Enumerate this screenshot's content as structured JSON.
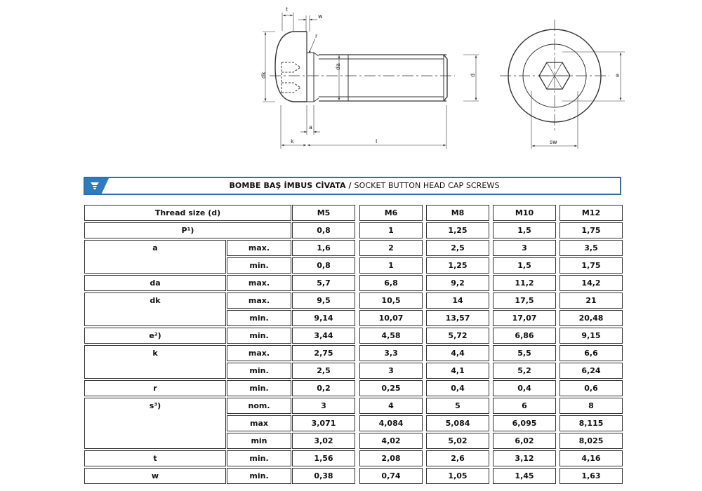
{
  "drawing_labels": {
    "t": "t",
    "w": "w",
    "r": "r",
    "dk": "dk",
    "da": "da",
    "d": "d",
    "a": "a",
    "k": "k",
    "l": "l",
    "e": "e",
    "sw": "sw"
  },
  "banner": {
    "title_tr": "BOMBE BAŞ İMBUS CİVATA",
    "separator": " / ",
    "title_en": "SOCKET BUTTON HEAD CAP SCREWS",
    "icon": "screw-logo-icon",
    "accent_color": "#2b7bbf"
  },
  "table": {
    "header": {
      "label": "Thread size (d)",
      "sizes": [
        "M5",
        "M6",
        "M8",
        "M10",
        "M12"
      ]
    },
    "groups": [
      {
        "name": "P¹)",
        "rows": [
          {
            "q": "",
            "v": [
              "0,8",
              "1",
              "1,25",
              "1,5",
              "1,75"
            ]
          }
        ]
      },
      {
        "name": "a",
        "rows": [
          {
            "q": "max.",
            "v": [
              "1,6",
              "2",
              "2,5",
              "3",
              "3,5"
            ]
          },
          {
            "q": "min.",
            "v": [
              "0,8",
              "1",
              "1,25",
              "1,5",
              "1,75"
            ]
          }
        ]
      },
      {
        "name": "da",
        "rows": [
          {
            "q": "max.",
            "v": [
              "5,7",
              "6,8",
              "9,2",
              "11,2",
              "14,2"
            ]
          }
        ]
      },
      {
        "name": "dk",
        "rows": [
          {
            "q": "max.",
            "v": [
              "9,5",
              "10,5",
              "14",
              "17,5",
              "21"
            ]
          },
          {
            "q": "min.",
            "v": [
              "9,14",
              "10,07",
              "13,57",
              "17,07",
              "20,48"
            ]
          }
        ]
      },
      {
        "name": "e²)",
        "rows": [
          {
            "q": "min.",
            "v": [
              "3,44",
              "4,58",
              "5,72",
              "6,86",
              "9,15"
            ]
          }
        ]
      },
      {
        "name": "k",
        "rows": [
          {
            "q": "max.",
            "v": [
              "2,75",
              "3,3",
              "4,4",
              "5,5",
              "6,6"
            ]
          },
          {
            "q": "min.",
            "v": [
              "2,5",
              "3",
              "4,1",
              "5,2",
              "6,24"
            ]
          }
        ]
      },
      {
        "name": "r",
        "rows": [
          {
            "q": "min.",
            "v": [
              "0,2",
              "0,25",
              "0,4",
              "0,4",
              "0,6"
            ]
          }
        ]
      },
      {
        "name": "s³)",
        "rows": [
          {
            "q": "nom.",
            "v": [
              "3",
              "4",
              "5",
              "6",
              "8"
            ]
          },
          {
            "q": "max",
            "v": [
              "3,071",
              "4,084",
              "5,084",
              "6,095",
              "8,115"
            ]
          },
          {
            "q": "min",
            "v": [
              "3,02",
              "4,02",
              "5,02",
              "6,02",
              "8,025"
            ]
          }
        ]
      },
      {
        "name": "t",
        "rows": [
          {
            "q": "min.",
            "v": [
              "1,56",
              "2,08",
              "2,6",
              "3,12",
              "4,16"
            ]
          }
        ]
      },
      {
        "name": "w",
        "rows": [
          {
            "q": "min.",
            "v": [
              "0,38",
              "0,74",
              "1,05",
              "1,45",
              "1,63"
            ]
          }
        ]
      }
    ]
  }
}
